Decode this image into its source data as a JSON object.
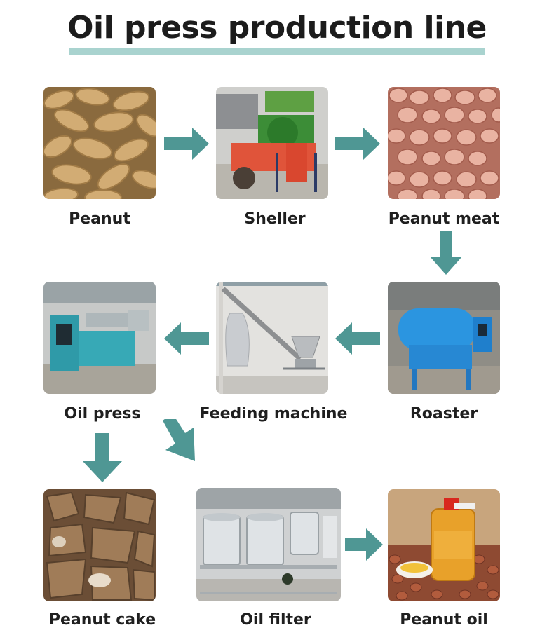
{
  "title": "Oil press production line",
  "colors": {
    "arrow": "#4f9794",
    "underline": "#a9d3cf",
    "text": "#1f1f1f"
  },
  "steps": [
    {
      "id": "peanut",
      "label": "Peanut"
    },
    {
      "id": "sheller",
      "label": "Sheller"
    },
    {
      "id": "peanut-meat",
      "label": "Peanut meat"
    },
    {
      "id": "roaster",
      "label": "Roaster"
    },
    {
      "id": "feeding-machine",
      "label": "Feeding machine"
    },
    {
      "id": "oil-press",
      "label": "Oil press"
    },
    {
      "id": "peanut-cake",
      "label": "Peanut cake"
    },
    {
      "id": "oil-filter",
      "label": "Oil filter"
    },
    {
      "id": "peanut-oil",
      "label": "Peanut oil"
    }
  ],
  "arrows": [
    {
      "from": "peanut",
      "to": "sheller",
      "direction": "right"
    },
    {
      "from": "sheller",
      "to": "peanut-meat",
      "direction": "right"
    },
    {
      "from": "peanut-meat",
      "to": "roaster",
      "direction": "down"
    },
    {
      "from": "roaster",
      "to": "feeding-machine",
      "direction": "left"
    },
    {
      "from": "feeding-machine",
      "to": "oil-press",
      "direction": "left"
    },
    {
      "from": "oil-press",
      "to": "peanut-cake",
      "direction": "down"
    },
    {
      "from": "oil-press",
      "to": "oil-filter",
      "direction": "down-right"
    },
    {
      "from": "oil-filter",
      "to": "peanut-oil",
      "direction": "right"
    }
  ]
}
